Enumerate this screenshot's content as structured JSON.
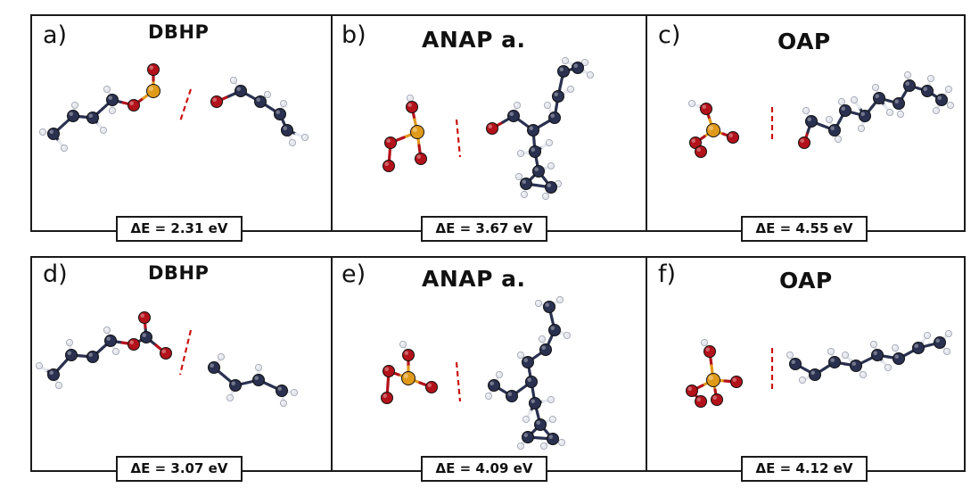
{
  "figure": {
    "colors": {
      "carbon": "#2a3150",
      "hydrogen": "#e6e8ee",
      "oxygen": "#b3121b",
      "phosphorus": "#e09a1a",
      "separator": "#cc1111",
      "border": "#1a1a1a"
    },
    "panels": [
      {
        "label": "a)",
        "title": "DBHP",
        "energy": "ΔE = 2.31 eV"
      },
      {
        "label": "b)",
        "title": "ANAP a.",
        "energy": "ΔE = 3.67 eV"
      },
      {
        "label": "c)",
        "title": "OAP",
        "energy": "ΔE = 4.55 eV"
      },
      {
        "label": "d)",
        "title": "DBHP",
        "energy": "ΔE = 3.07 eV"
      },
      {
        "label": "e)",
        "title": "ANAP a.",
        "energy": "ΔE = 4.09 eV"
      },
      {
        "label": "f)",
        "title": "OAP",
        "energy": "ΔE = 4.12 eV"
      }
    ]
  }
}
